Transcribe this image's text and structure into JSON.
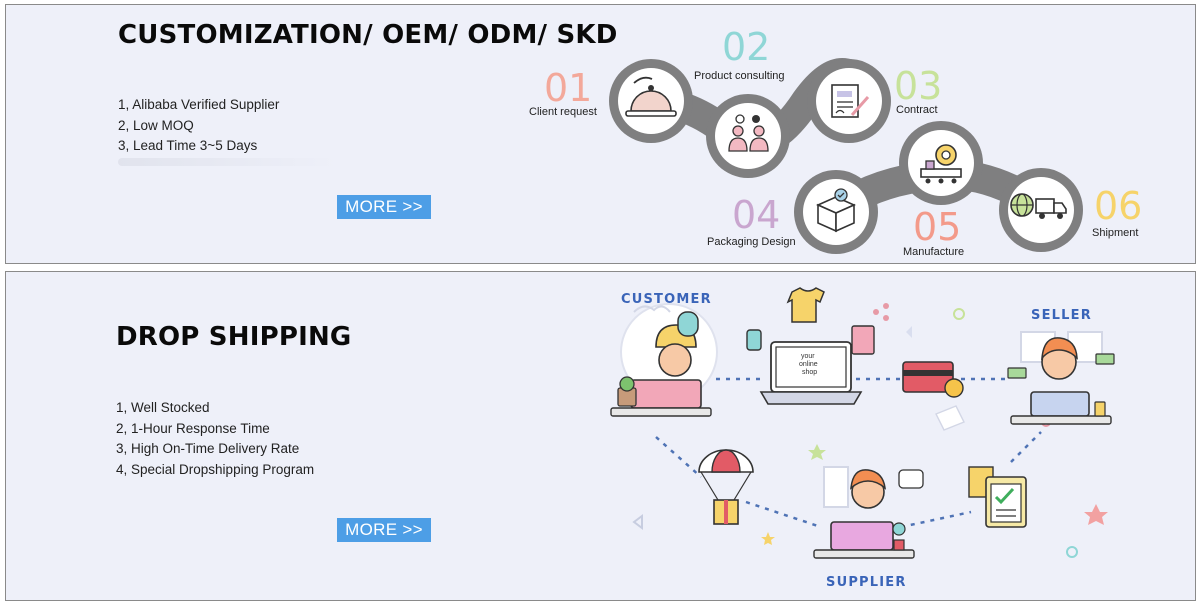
{
  "banners": [
    {
      "title": "CUSTOMIZATION/ OEM/ ODM/ SKD",
      "features": [
        "1, Alibaba Verified Supplier",
        "2, Low MOQ",
        "3, Lead Time 3~5 Days"
      ],
      "more_label": "MORE >>",
      "process_steps": [
        {
          "number": "01",
          "label": "Client request",
          "color": "#f3a89a",
          "icon": "service-bell-icon"
        },
        {
          "number": "02",
          "label": "Product  consulting",
          "color": "#8fd6d6",
          "icon": "consulting-people-icon"
        },
        {
          "number": "03",
          "label": "Contract",
          "color": "#c7e29a",
          "icon": "contract-document-icon"
        },
        {
          "number": "04",
          "label": "Packaging Design",
          "color": "#c9a6cf",
          "icon": "package-box-icon"
        },
        {
          "number": "05",
          "label": "Manufacture",
          "color": "#f39a8a",
          "icon": "factory-gear-icon"
        },
        {
          "number": "06",
          "label": "Shipment",
          "color": "#f6d36a",
          "icon": "delivery-truck-icon"
        }
      ]
    },
    {
      "title": "DROP SHIPPING",
      "features": [
        "1, Well Stocked",
        "2, 1-Hour Response Time",
        "3, High On-Time Delivery Rate",
        "4, Special Dropshipping Program"
      ],
      "more_label": "MORE >>",
      "diagram": {
        "customer_label": "CUSTOMER",
        "seller_label": "SELLER",
        "supplier_label": "SUPPLIER",
        "shop_text": [
          "your",
          "online",
          "shop"
        ]
      }
    }
  ]
}
